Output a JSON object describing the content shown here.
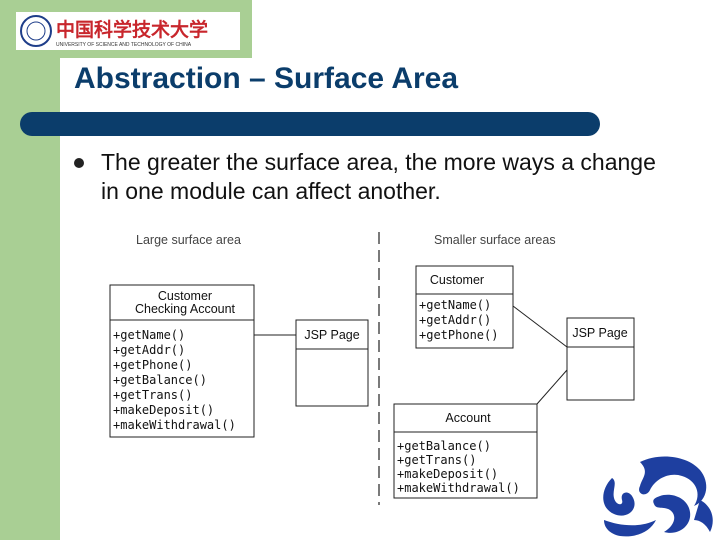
{
  "logo": {
    "text": "中国科学技术大学",
    "subtext": "UNIVERSITY OF SCIENCE AND TECHNOLOGY OF CHINA"
  },
  "slide": {
    "title": "Abstraction – Surface Area",
    "bullet": "The greater the surface area, the more ways a change in one module can affect another."
  },
  "diagram": {
    "left": {
      "caption": "Large surface area",
      "class_name_1": "Customer",
      "class_name_2": "Checking Account",
      "methods": [
        "+getName()",
        "+getAddr()",
        "+getPhone()",
        "+getBalance()",
        "+getTrans()",
        "+makeDeposit()",
        "+makeWithdrawal()"
      ],
      "client": "JSP Page"
    },
    "right": {
      "caption": "Smaller surface areas",
      "customer": {
        "name": "Customer",
        "methods": [
          "+getName()",
          "+getAddr()",
          "+getPhone()"
        ]
      },
      "account": {
        "name": "Account",
        "methods": [
          "+getBalance()",
          "+getTrans()",
          "+makeDeposit()",
          "+makeWithdrawal()"
        ]
      },
      "client": "JSP Page"
    }
  },
  "colors": {
    "sidebar": "#a9cf94",
    "title": "#0b3d6b",
    "logo_red": "#c8262c",
    "dragon_blue": "#1e3fa0"
  },
  "icons": [
    "university-logo-icon",
    "dragon-emblem-icon"
  ]
}
